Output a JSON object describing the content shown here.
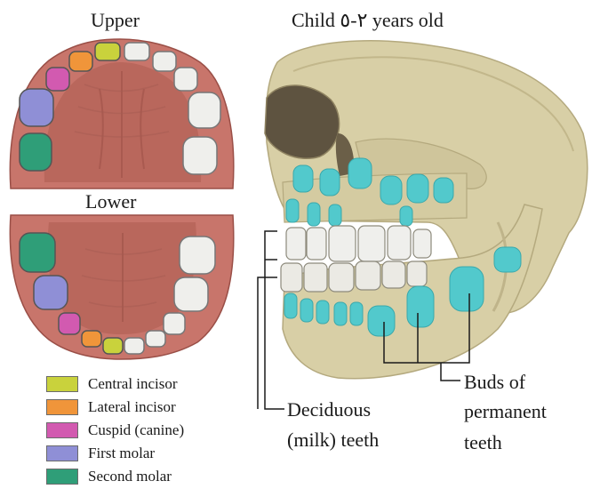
{
  "titles": {
    "upper": "Upper",
    "lower": "Lower",
    "child": "Child ٢-٥ years old"
  },
  "callouts": {
    "deciduous": [
      "Deciduous",
      "(milk) teeth"
    ],
    "buds": [
      "Buds of",
      "permanent",
      "teeth"
    ]
  },
  "legend": [
    {
      "label": "Central incisor",
      "color": "#c9d23c"
    },
    {
      "label": "Lateral incisor",
      "color": "#f0953a"
    },
    {
      "label": "Cuspid (canine)",
      "color": "#d25ab0"
    },
    {
      "label": "First molar",
      "color": "#8f8fd6"
    },
    {
      "label": "Second molar",
      "color": "#2f9e78"
    }
  ],
  "colors": {
    "gum": "#c8756b",
    "palate": "#b9675c",
    "bone": "#d8cfa6",
    "bud": "#52c9cc",
    "tooth": "#efefec"
  }
}
